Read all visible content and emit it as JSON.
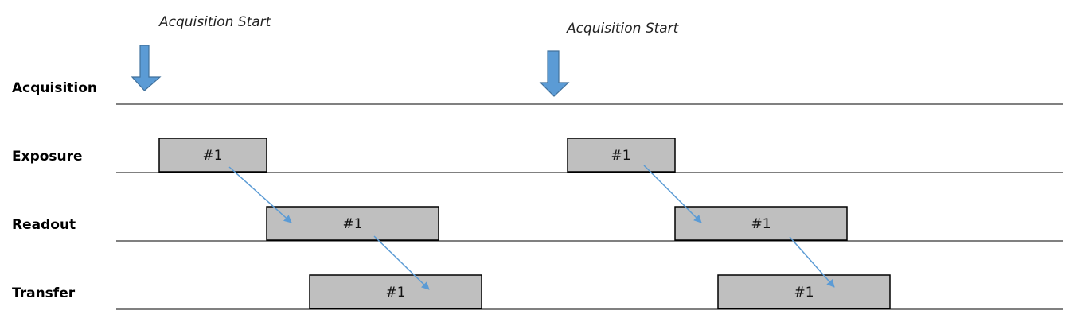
{
  "rows": [
    {
      "id": "acquisition",
      "label": "Acquisition"
    },
    {
      "id": "exposure",
      "label": "Exposure"
    },
    {
      "id": "readout",
      "label": "Readout"
    },
    {
      "id": "transfer",
      "label": "Transfer"
    }
  ],
  "triggers": [
    {
      "label": "Acquisition Start"
    },
    {
      "label": "Acquisition Start"
    }
  ],
  "blocks": [
    {
      "row": "exposure",
      "label": "#1"
    },
    {
      "row": "readout",
      "label": "#1"
    },
    {
      "row": "transfer",
      "label": "#1"
    },
    {
      "row": "exposure",
      "label": "#1"
    },
    {
      "row": "readout",
      "label": "#1"
    },
    {
      "row": "transfer",
      "label": "#1"
    }
  ],
  "colors": {
    "trigger_fill": "#5b9bd5",
    "flow_arrow": "#5b9bd5",
    "block_fill": "#bfbfbf"
  }
}
